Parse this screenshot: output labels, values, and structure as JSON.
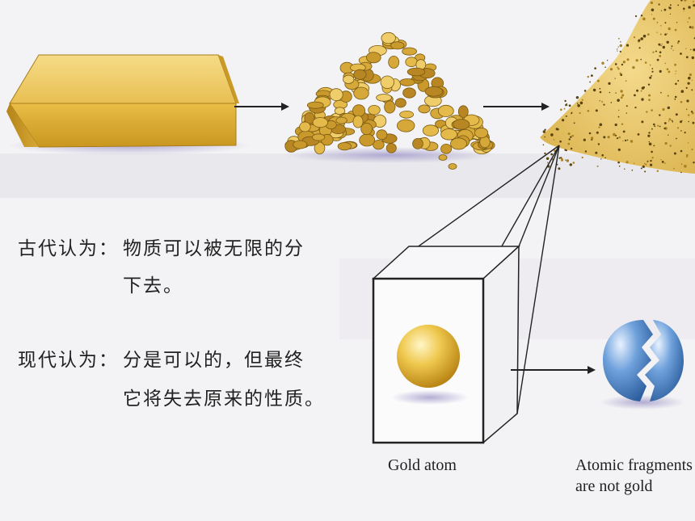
{
  "left_text": {
    "ancient_label": "古代认为：",
    "ancient_line1": "物质可以被无限的分",
    "ancient_line2": "下去。",
    "modern_label": "现代认为：",
    "modern_line1": "分是可以的，但最终",
    "modern_line2": "它将失去原来的性质。"
  },
  "captions": {
    "gold_atom": "Gold atom",
    "fragments_line1": "Atomic fragments",
    "fragments_line2": "are not gold"
  },
  "colors": {
    "gold": "#e2b53c",
    "gold_dark": "#b9871c",
    "atom_blue": "#4f86c8",
    "arrow": "#222222"
  },
  "icons": {
    "gold_bar": "gold-bar-icon",
    "gold_nuggets": "gold-nuggets-icon",
    "gold_dust": "gold-dust-pile-icon",
    "gold_atom": "gold-atom-icon",
    "atom_fragments": "split-atom-icon"
  }
}
